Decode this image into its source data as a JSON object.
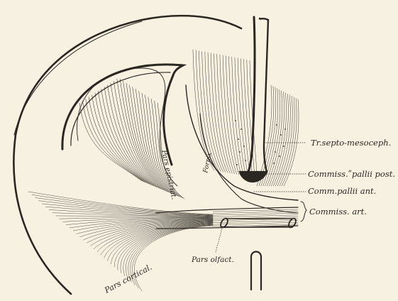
{
  "labels": {
    "tr_septo": "Tr.septo-mesoceph.",
    "commiss_pallii_post": "Commiss.ʺpallii post.",
    "comm_pallii_ant": "Comm.pallii ant.",
    "commiss_ant": "Commiss. art.",
    "pars_epistriat": "Pars epistriat.",
    "fornix": "Fornix",
    "pars_olfact": "Pars olfact.",
    "pars_cortical": "Pars cortical."
  },
  "colors": {
    "paper": "#f6f1e1",
    "ink": "#2a2620"
  }
}
